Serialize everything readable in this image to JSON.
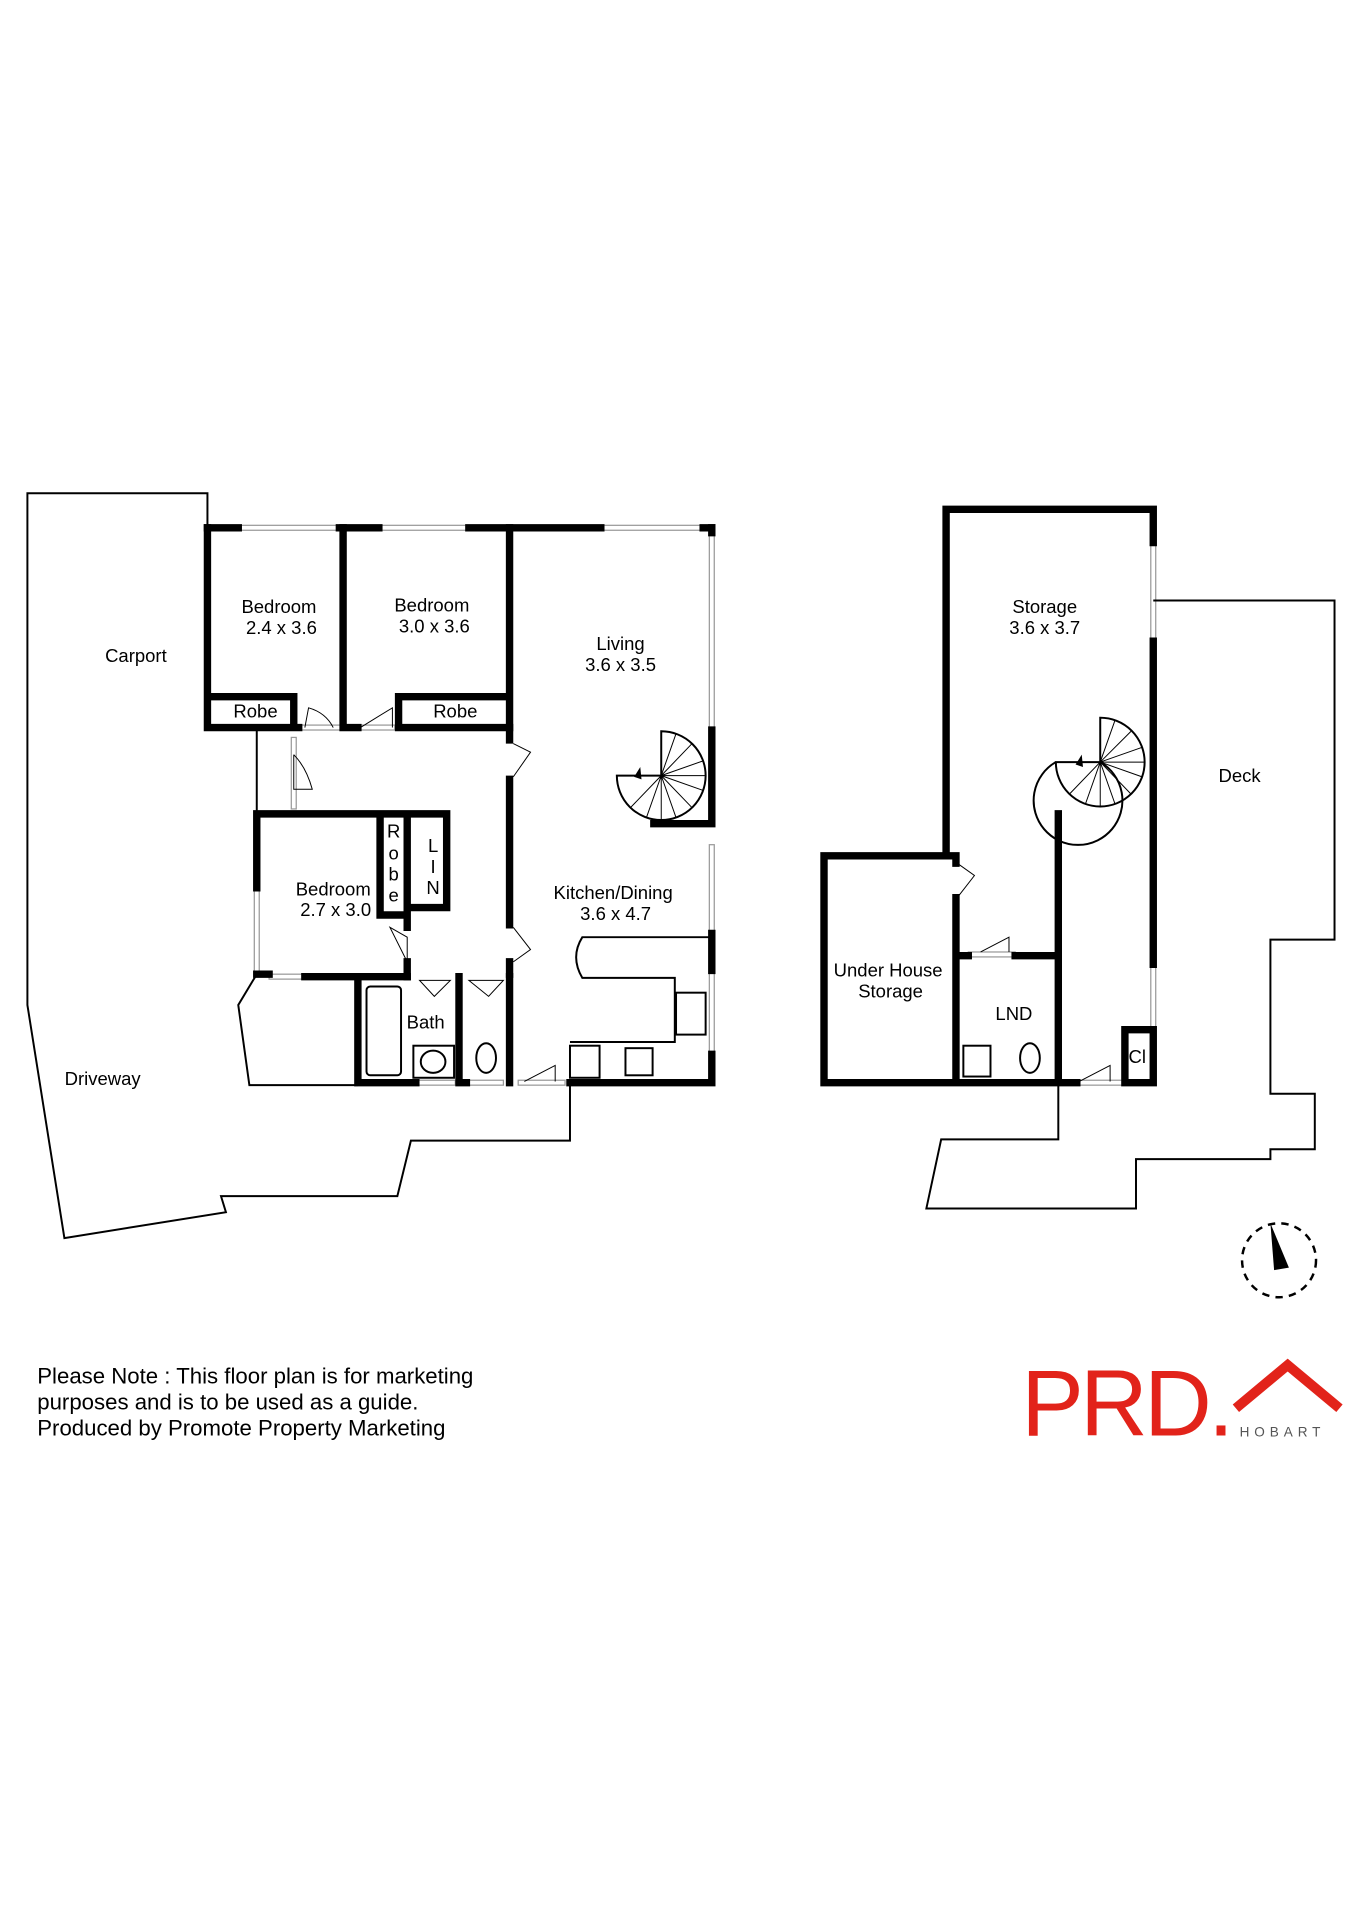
{
  "ground_floor": {
    "rooms": [
      {
        "name": "Carport",
        "size": ""
      },
      {
        "name": "Bedroom",
        "size": "2.4 x 3.6"
      },
      {
        "name": "Bedroom",
        "size": "3.0 x 3.6"
      },
      {
        "name": "Living",
        "size": "3.6 x 3.5"
      },
      {
        "name": "Robe",
        "size": ""
      },
      {
        "name": "Robe",
        "size": ""
      },
      {
        "name": "Bedroom",
        "size": "2.7 x 3.0"
      },
      {
        "name": "Kitchen/Dining",
        "size": "3.6 x 4.7"
      },
      {
        "name": "Bath",
        "size": ""
      },
      {
        "name": "Driveway",
        "size": ""
      }
    ],
    "vertical_labels": {
      "robe": [
        "R",
        "o",
        "b",
        "e"
      ],
      "lin": [
        "L",
        "I",
        "N"
      ]
    }
  },
  "lower_floor": {
    "rooms": [
      {
        "name": "Storage",
        "size": "3.6 x 3.7"
      },
      {
        "name": "Deck",
        "size": ""
      },
      {
        "name": "Under House",
        "size": "Storage"
      },
      {
        "name": "LND",
        "size": ""
      },
      {
        "name": "Cl",
        "size": ""
      }
    ]
  },
  "compass": {
    "label": "N",
    "icon": "north-arrow-compass-icon"
  },
  "note": {
    "lines": [
      "Please Note : This floor plan is for marketing",
      "purposes and is to be used as a guide.",
      "Produced by Promote Property Marketing"
    ]
  },
  "logo": {
    "brand": "PRD.",
    "location": "HOBART",
    "color": "#e2231a"
  }
}
